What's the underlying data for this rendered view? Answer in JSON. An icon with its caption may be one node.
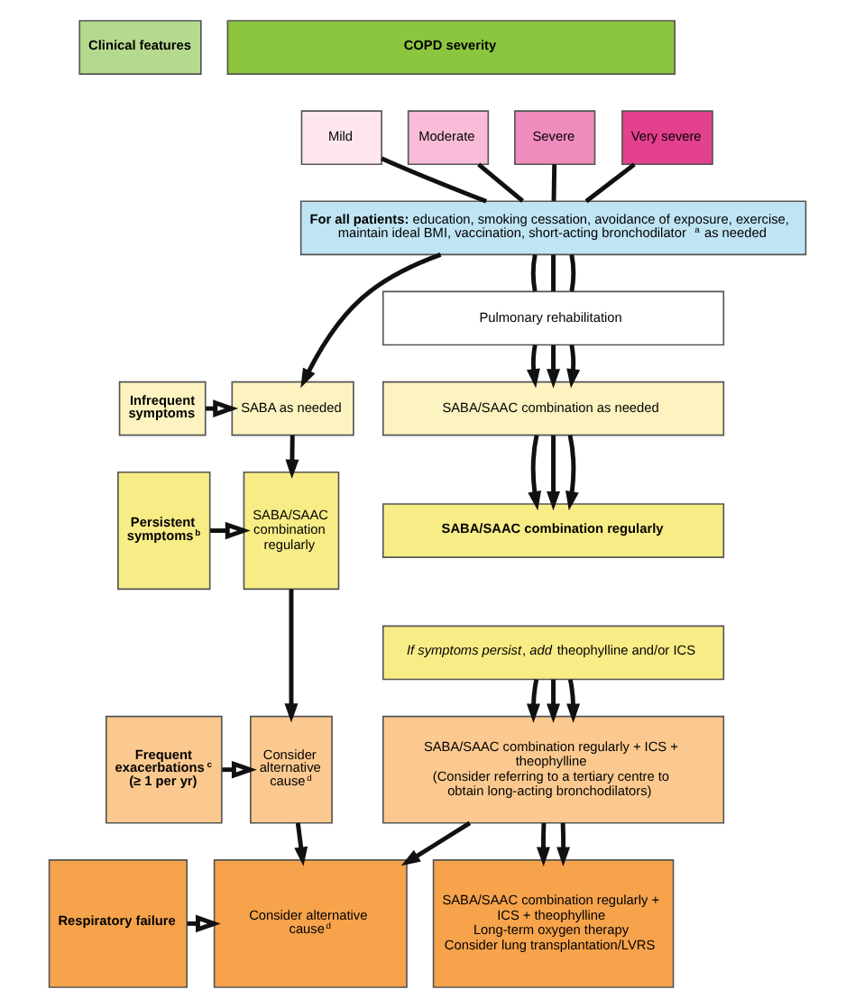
{
  "diagram": {
    "nodes": [
      {
        "text": [
          "Clinical features"
        ]
      },
      {
        "text": [
          "COPD severity"
        ]
      },
      {
        "text": [
          "Mild"
        ]
      },
      {
        "text": [
          "Moderate"
        ]
      },
      {
        "text": [
          "Severe"
        ]
      },
      {
        "text": [
          "Very severe"
        ]
      },
      {
        "text": [
          "**For all patients:** education, smoking cessation, avoidance of exposure, exercise, maintain ideal BMI, vaccination, short-acting bronchodilator$^{a}$ as needed"
        ]
      },
      {
        "text": [
          "Pulmonary rehabilitation"
        ]
      },
      {
        "text": [
          "Infrequent symptoms"
        ]
      },
      {
        "text": [
          "SABA as needed"
        ]
      },
      {
        "text": [
          "SABA/SAAC combination as needed"
        ]
      },
      {
        "text": [
          "Persistent symptoms$^{b}$"
        ]
      },
      {
        "text": [
          "SABA/SAAC combination regularly"
        ]
      },
      {
        "text": [
          "SABA/SAAC combination regularly"
        ]
      },
      {
        "text": [
          "*If symptoms persist*, *add* theophylline and/or ICS"
        ]
      },
      {
        "text": [
          "Frequent exacerbations$^{c}$ (≥ 1 per yr)"
        ]
      },
      {
        "text": [
          "Consider alternative cause$^{d}$"
        ]
      },
      {
        "text": [
          "SABA/SAAC combination regularly + ICS + theophylline",
          "(Consider referring to a tertiary centre to obtain long-acting bronchodilators)"
        ]
      },
      {
        "text": [
          "Respiratory failure"
        ]
      },
      {
        "text": [
          "Consider alternative cause$^{d}$"
        ]
      },
      {
        "text": [
          "SABA/SAAC combination regularly + ICS + theophylline",
          "Long-term oxygen therapy",
          "Consider lung transplantation/LVRS"
        ]
      }
    ],
    "edges": [
      {
        "from": 2,
        "to": 6,
        "arrow": "none"
      },
      {
        "from": 3,
        "to": 6,
        "arrow": "none"
      },
      {
        "from": 4,
        "to": 6,
        "arrow": "none"
      },
      {
        "from": 5,
        "to": 6,
        "arrow": "none"
      },
      {
        "from": 6,
        "to": 9,
        "arrow": "to"
      },
      {
        "from": 6,
        "to": 7,
        "arrow": "none"
      },
      {
        "from": 6,
        "to": 7,
        "arrow": "none"
      },
      {
        "from": 6,
        "to": 7,
        "arrow": "none"
      },
      {
        "from": 7,
        "to": 10,
        "arrow": "to"
      },
      {
        "from": 7,
        "to": 10,
        "arrow": "to"
      },
      {
        "from": 7,
        "to": 10,
        "arrow": "to"
      },
      {
        "from": 8,
        "to": 9,
        "arrow": "to"
      },
      {
        "from": 9,
        "to": 12,
        "arrow": "to"
      },
      {
        "from": 10,
        "to": 13,
        "arrow": "to"
      },
      {
        "from": 10,
        "to": 13,
        "arrow": "to"
      },
      {
        "from": 10,
        "to": 13,
        "arrow": "to"
      },
      {
        "from": 11,
        "to": 12,
        "arrow": "to"
      },
      {
        "from": 12,
        "to": 16,
        "arrow": "to"
      },
      {
        "from": 14,
        "to": 17,
        "arrow": "to"
      },
      {
        "from": 14,
        "to": 17,
        "arrow": "to"
      },
      {
        "from": 14,
        "to": 17,
        "arrow": "to"
      },
      {
        "from": 15,
        "to": 16,
        "arrow": "to"
      },
      {
        "from": 16,
        "to": 19,
        "arrow": "to"
      },
      {
        "from": 17,
        "to": 19,
        "arrow": "to"
      },
      {
        "from": 17,
        "to": 20,
        "arrow": "to"
      },
      {
        "from": 17,
        "to": 20,
        "arrow": "to"
      },
      {
        "from": 18,
        "to": 19,
        "arrow": "to"
      }
    ]
  }
}
